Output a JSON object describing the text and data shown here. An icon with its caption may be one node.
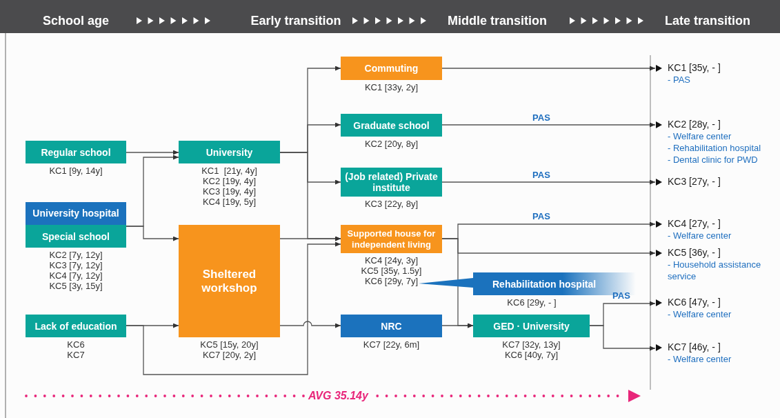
{
  "diagram": {
    "nodes": [
      {
        "text": [
          "Regular school"
        ],
        "beside": [
          "KC1 [9y, 14y]"
        ]
      },
      {
        "text": [
          "University hospital"
        ]
      },
      {
        "text": [
          "Special school"
        ],
        "beside": [
          "KC2 [7y, 12y]",
          "KC3 [7y, 12y]",
          "KC4 [7y, 12y]",
          "KC5 [3y, 15y]"
        ]
      },
      {
        "text": [
          "Lack of education"
        ],
        "beside": [
          "KC6",
          "KC7"
        ]
      },
      {
        "text": [
          "University"
        ],
        "beside": [
          "KC1  [21y, 4y]",
          "KC2 [19y, 4y]",
          "KC3 [19y, 4y]",
          "KC4 [19y, 5y]"
        ]
      },
      {
        "text": [
          "Sheltered workshop"
        ],
        "beside": [
          "KC5 [15y, 20y]",
          "KC7 [20y, 2y]"
        ]
      },
      {
        "text": [
          "Commuting"
        ],
        "beside": [
          "KC1 [33y, 2y]"
        ]
      },
      {
        "text": [
          "Graduate school"
        ],
        "beside": [
          "KC2 [20y, 8y]"
        ]
      },
      {
        "text": [
          "(Job related) Private institute"
        ],
        "beside": [
          "KC3 [22y, 8y]"
        ]
      },
      {
        "text": [
          "Supported house for independent living"
        ],
        "beside": [
          "KC4 [24y, 3y]",
          "KC5 [35y, 1.5y]",
          "KC6 [29y, 7y]"
        ]
      },
      {
        "text": [
          "Rehabilitation hospital"
        ],
        "beside": [
          "KC6 [29y, - ]"
        ]
      },
      {
        "text": [
          "NRC"
        ],
        "beside": [
          "KC7 [22y, 6m]"
        ]
      },
      {
        "text": [
          "GED · University"
        ],
        "beside": [
          "KC7 [32y, 13y]",
          "KC6 [40y, 7y]"
        ]
      },
      {
        "text": [
          "KC1 [35y, - ]",
          "- PAS"
        ]
      },
      {
        "text": [
          "KC2 [28y, - ]",
          "- Welfare center",
          "- Rehabilitation hospital",
          "- Dental clinic for PWD"
        ]
      },
      {
        "text": [
          "KC3 [27y, - ]"
        ]
      },
      {
        "text": [
          "KC4 [27y, - ]",
          "- Welfare center"
        ]
      },
      {
        "text": [
          "KC5 [36y, - ]",
          "- Household assistance service"
        ]
      },
      {
        "text": [
          "KC6 [47y, - ]",
          "- Welfare center"
        ]
      },
      {
        "text": [
          "KC7 [46y, - ]",
          "- Welfare center"
        ]
      }
    ],
    "edges": [
      {
        "from": 0,
        "to": 4,
        "arrow": "to"
      },
      {
        "from": 2,
        "to": 4,
        "arrow": "to"
      },
      {
        "from": 2,
        "to": 5,
        "arrow": "to"
      },
      {
        "from": 3,
        "to": 5,
        "arrow": "to"
      },
      {
        "from": 3,
        "to": 9,
        "arrow": "to"
      },
      {
        "from": 4,
        "to": 6,
        "arrow": "to"
      },
      {
        "from": 4,
        "to": 7,
        "arrow": "to"
      },
      {
        "from": 4,
        "to": 8,
        "arrow": "to"
      },
      {
        "from": 4,
        "to": 9,
        "arrow": "to"
      },
      {
        "from": 5,
        "to": 9,
        "arrow": "to"
      },
      {
        "from": 5,
        "to": 11,
        "arrow": "to"
      },
      {
        "from": 6,
        "to": 13,
        "arrow": "to"
      },
      {
        "from": 7,
        "to": 14,
        "arrow": "to",
        "label": "PAS"
      },
      {
        "from": 8,
        "to": 15,
        "arrow": "to",
        "label": "PAS"
      },
      {
        "from": 9,
        "to": 16,
        "arrow": "to",
        "label": "PAS"
      },
      {
        "from": 9,
        "to": 17,
        "arrow": "to"
      },
      {
        "from": 9,
        "to": 12,
        "arrow": "to"
      },
      {
        "from": 11,
        "to": 12,
        "arrow": "to"
      },
      {
        "from": 12,
        "to": 18,
        "arrow": "to",
        "label": "PAS"
      },
      {
        "from": 12,
        "to": 19,
        "arrow": "to"
      },
      {
        "from": 9,
        "to": 10,
        "arrow": "none",
        "color": "#1b72bd"
      }
    ],
    "labels": [
      "School age",
      "Early transition",
      "Middle transition",
      "Late transition",
      "AVG 35.14y"
    ]
  }
}
